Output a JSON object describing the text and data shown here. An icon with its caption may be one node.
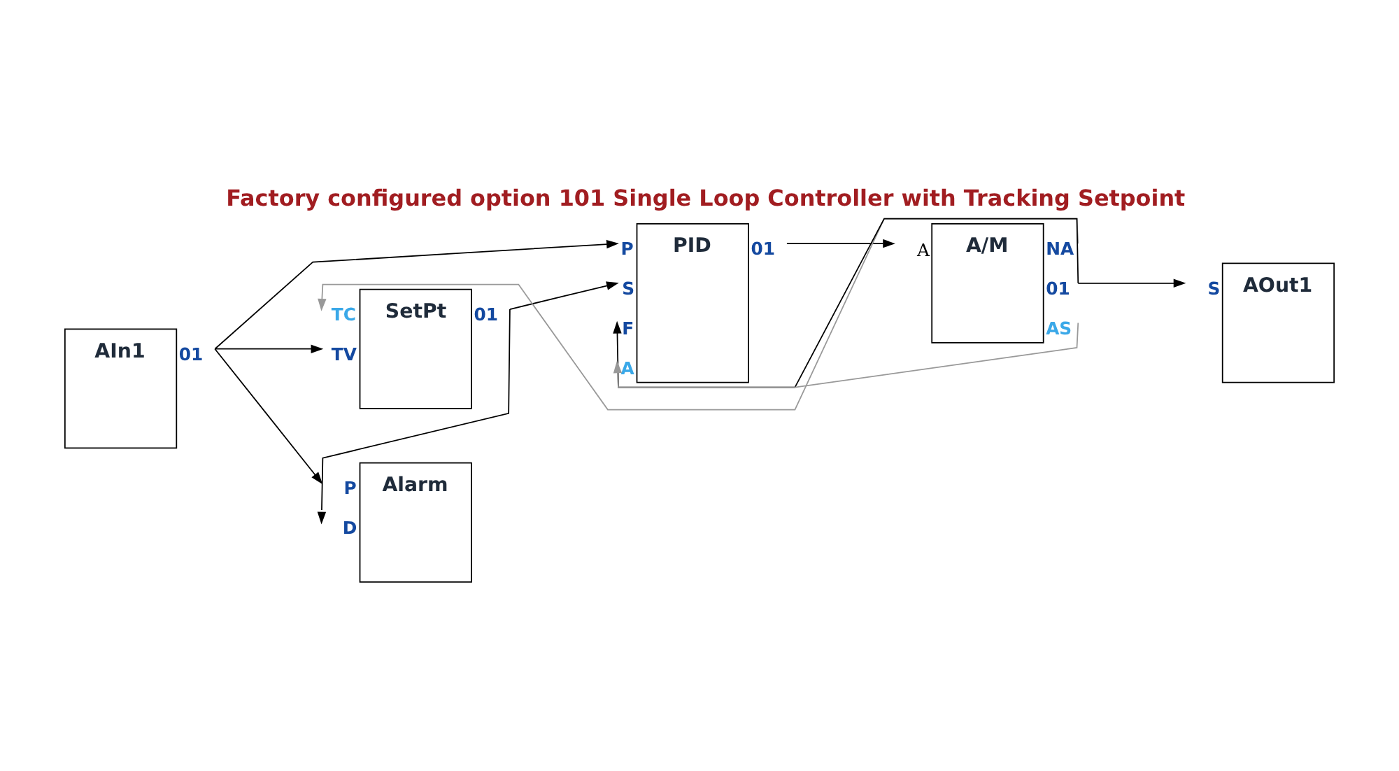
{
  "diagram": {
    "title": "Factory configured option 101 Single Loop Controller with Tracking Setpoint",
    "nodes": [
      {
        "text": [
          "AIn1"
        ],
        "beside": [
          "01"
        ]
      },
      {
        "text": [
          "SetPt"
        ],
        "beside": [
          "TC",
          "TV",
          "01"
        ]
      },
      {
        "text": [
          "Alarm"
        ],
        "beside": [
          "P",
          "D"
        ]
      },
      {
        "text": [
          "PID"
        ],
        "beside": [
          "P",
          "S",
          "F",
          "A",
          "01"
        ]
      },
      {
        "text": [
          "A/M"
        ],
        "beside": [
          "A",
          "NA",
          "01",
          "AS"
        ]
      },
      {
        "text": [
          "AOut1"
        ],
        "beside": [
          "S"
        ]
      }
    ],
    "edges": [
      {
        "from": 0,
        "to": 1,
        "arrow": "to"
      },
      {
        "from": 0,
        "to": 3,
        "arrow": "to"
      },
      {
        "from": 0,
        "to": 2,
        "arrow": "to"
      },
      {
        "from": 1,
        "to": 3,
        "arrow": "to"
      },
      {
        "from": 1,
        "to": 2,
        "arrow": "to"
      },
      {
        "from": 3,
        "to": 4,
        "arrow": "to"
      },
      {
        "from": 4,
        "to": 1,
        "arrow": "to",
        "color": "#999999"
      },
      {
        "from": 4,
        "to": 5,
        "arrow": "to"
      },
      {
        "from": 4,
        "to": 3,
        "arrow": "to"
      },
      {
        "from": 4,
        "to": 3,
        "arrow": "to",
        "color": "#999999"
      }
    ]
  }
}
